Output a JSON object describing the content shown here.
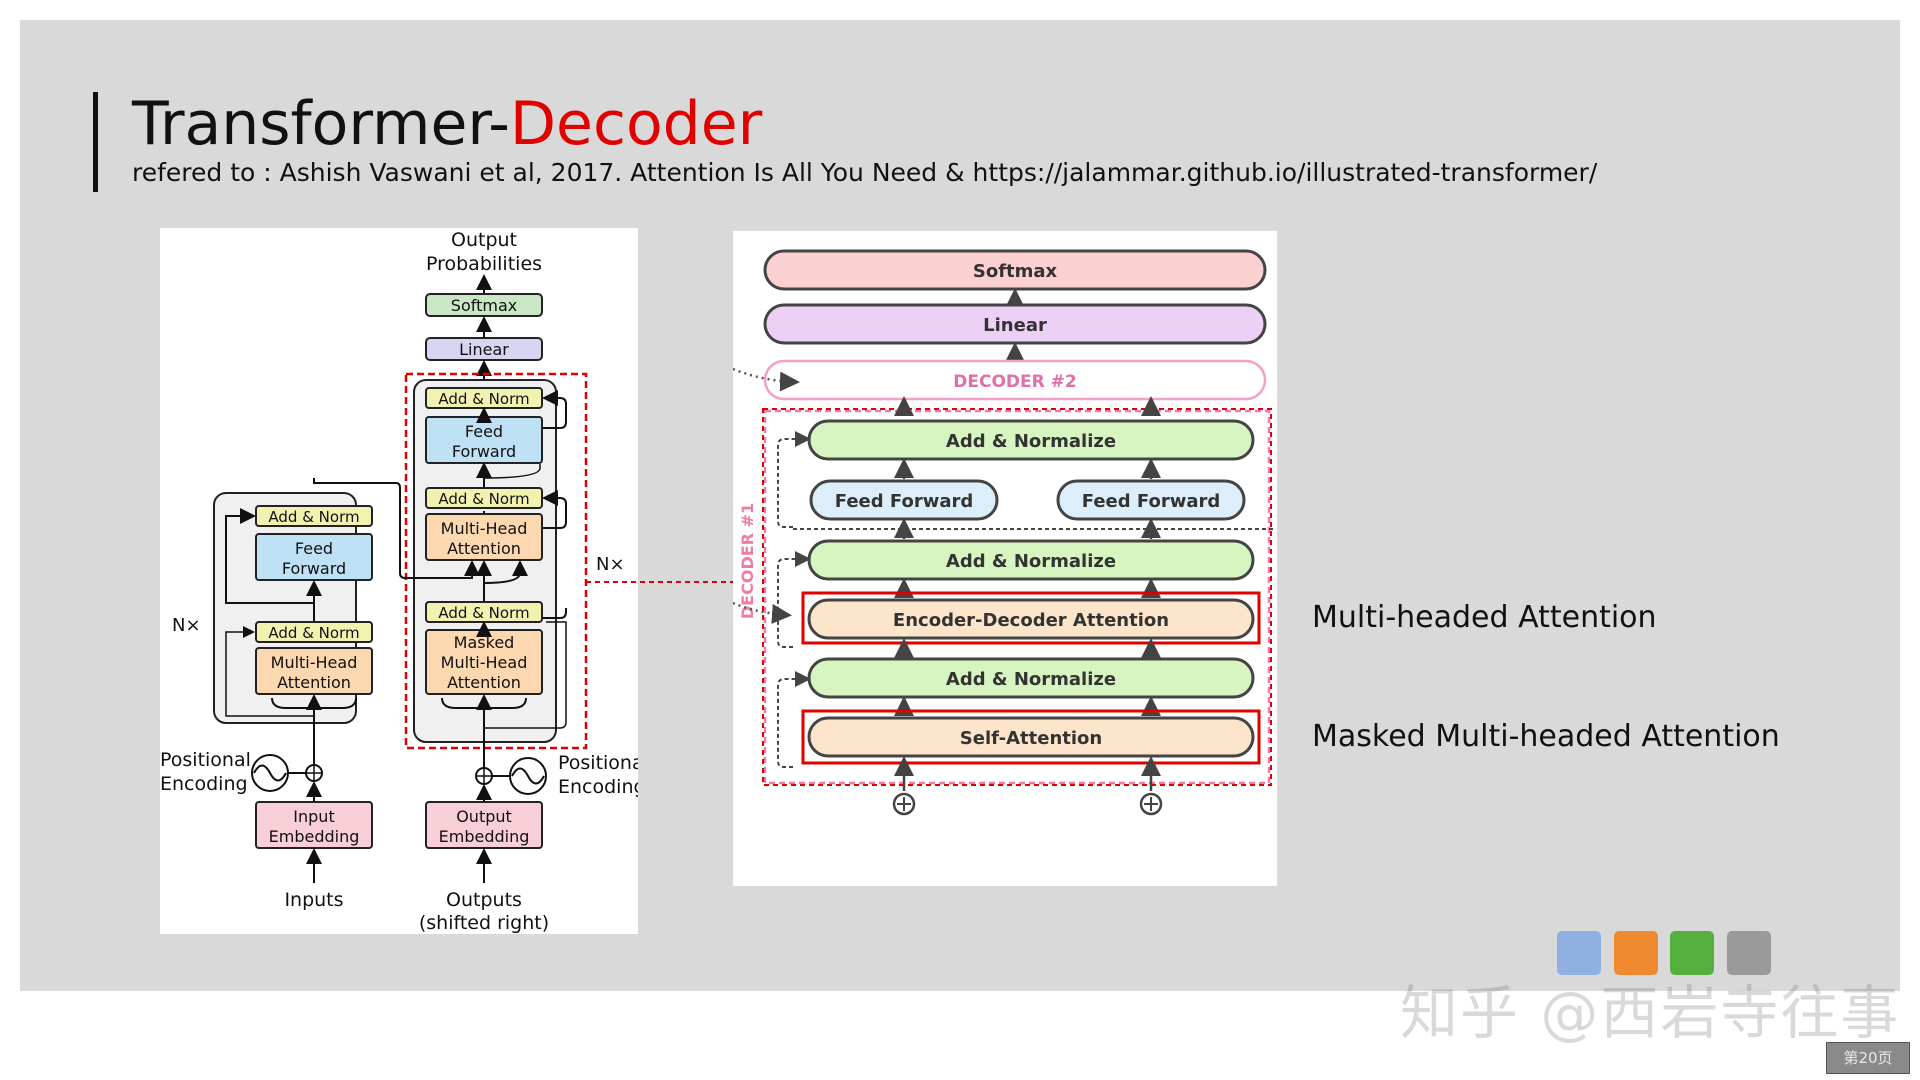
{
  "slide": {
    "title_prefix": "Transformer-",
    "title_highlight": "Decoder",
    "subtitle": "refered to : Ashish Vaswani et al, 2017. Attention Is All You Need & https://jalammar.github.io/illustrated-transformer/",
    "colors": {
      "title_highlight": "#e00000",
      "background": "#d9d9d9"
    }
  },
  "left_diagram": {
    "output_probabilities": [
      "Output",
      "Probabilities"
    ],
    "softmax": "Softmax",
    "linear": "Linear",
    "decoder": {
      "add_norm_top": "Add & Norm",
      "feed_forward": [
        "Feed",
        "Forward"
      ],
      "add_norm_mid": "Add & Norm",
      "multi_head_attention": [
        "Multi-Head",
        "Attention"
      ],
      "add_norm_bottom": "Add & Norm",
      "masked_attention": [
        "Masked",
        "Multi-Head",
        "Attention"
      ],
      "repeat_label": "N×"
    },
    "encoder": {
      "add_norm_top": "Add & Norm",
      "feed_forward": [
        "Feed",
        "Forward"
      ],
      "add_norm_bottom": "Add & Norm",
      "multi_head_attention": [
        "Multi-Head",
        "Attention"
      ],
      "repeat_label": "N×"
    },
    "positional_encoding_left": [
      "Positional",
      "Encoding"
    ],
    "positional_encoding_right": [
      "Positional",
      "Encoding"
    ],
    "input_embedding": [
      "Input",
      "Embedding"
    ],
    "output_embedding": [
      "Output",
      "Embedding"
    ],
    "inputs": "Inputs",
    "outputs": [
      "Outputs",
      "(shifted right)"
    ]
  },
  "right_diagram": {
    "softmax": "Softmax",
    "linear": "Linear",
    "decoder_2": "DECODER #2",
    "decoder_1": "DECODER #1",
    "add_normalize_top": "Add & Normalize",
    "feed_forward_left": "Feed Forward",
    "feed_forward_right": "Feed Forward",
    "add_normalize_mid": "Add & Normalize",
    "encoder_decoder_attention": "Encoder-Decoder Attention",
    "add_normalize_bottom": "Add & Normalize",
    "self_attention": "Self-Attention"
  },
  "notes": {
    "multi_headed": "Multi-headed Attention",
    "masked_multi_headed": "Masked Multi-headed Attention"
  },
  "logo_squares": [
    "#8fb0e0",
    "#f08a30",
    "#55b040",
    "#9a9a9a"
  ],
  "watermark": "知乎 @西岩寺往事",
  "page_number": "第20页"
}
